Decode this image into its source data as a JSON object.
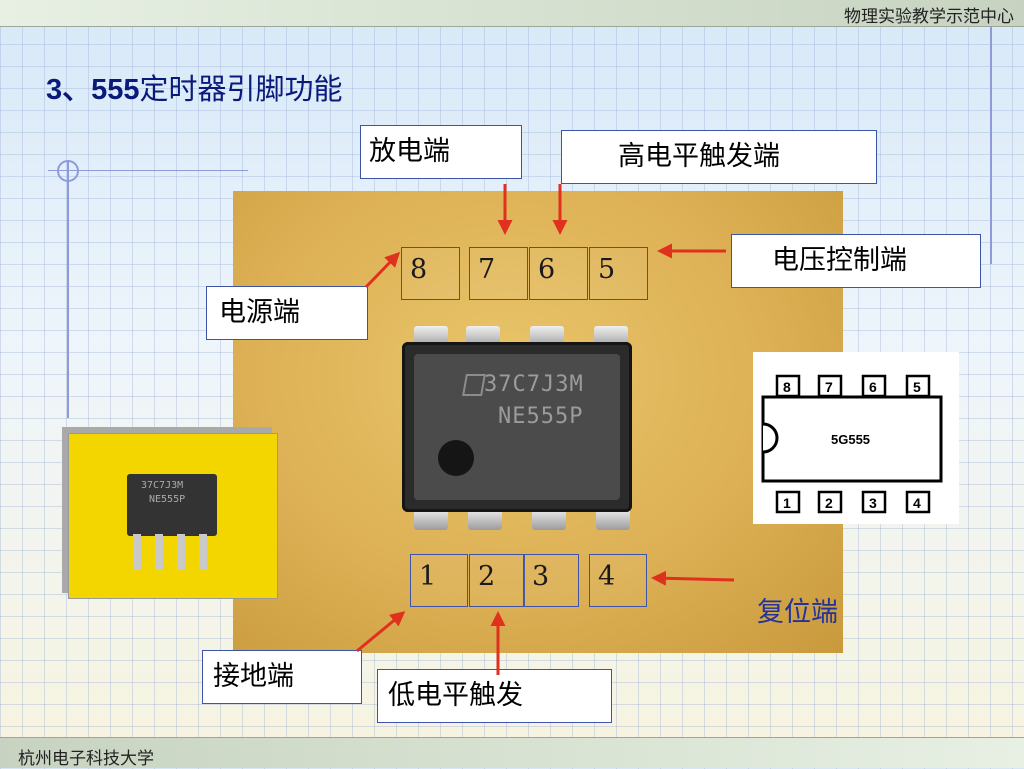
{
  "header": {
    "org": "物理实验教学示范中心"
  },
  "footer": {
    "university": "杭州电子科技大学"
  },
  "title": {
    "number": "3、555",
    "text": "定时器引脚功能"
  },
  "chip": {
    "marking_line1": "37C7J3M",
    "marking_line2": "NE555P"
  },
  "pin_numbers_top": [
    "8",
    "7",
    "6",
    "5"
  ],
  "pin_numbers_bottom": [
    "1",
    "2",
    "3",
    "4"
  ],
  "labels": {
    "discharge": "放电端",
    "high_trigger": "高电平触发端",
    "voltage_control": "电压控制端",
    "power": "电源端",
    "reset": "复位端",
    "ground": "接地端",
    "low_trigger": "低电平触发"
  },
  "inset_chip": {
    "marking_line1": "37C7J3M",
    "marking_line2": "NE555P"
  },
  "pinout_diagram": {
    "part": "5G555",
    "top_pins": [
      "8",
      "7",
      "6",
      "5"
    ],
    "bottom_pins": [
      "1",
      "2",
      "3",
      "4"
    ]
  },
  "colors": {
    "arrow": "#e0301e",
    "title": "#0a1a7a",
    "box_border": "#3d55a8",
    "reset_text": "#223399"
  }
}
